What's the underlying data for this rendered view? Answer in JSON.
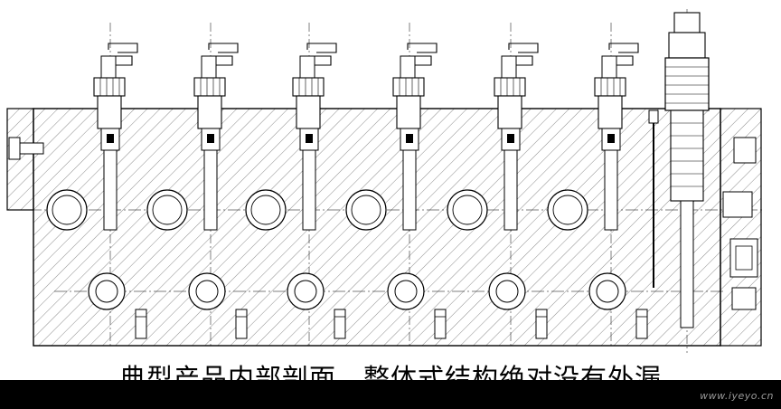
{
  "caption": "典型产品内部剖面，整体式结构绝对没有外漏",
  "watermark": "www.iyeyo.cn",
  "colors": {
    "line": "#000000",
    "hatch": "#6e6e6e",
    "background": "#ffffff"
  },
  "component_groups": [
    {
      "name": "cartridge-valve-1",
      "type": "solenoid-cartridge"
    },
    {
      "name": "cartridge-valve-2",
      "type": "solenoid-cartridge"
    },
    {
      "name": "cartridge-valve-3",
      "type": "solenoid-cartridge"
    },
    {
      "name": "cartridge-valve-4",
      "type": "solenoid-cartridge"
    },
    {
      "name": "cartridge-valve-5",
      "type": "solenoid-cartridge"
    },
    {
      "name": "cartridge-valve-6",
      "type": "solenoid-cartridge"
    },
    {
      "name": "relief-valve",
      "type": "adjustable-cartridge"
    }
  ]
}
